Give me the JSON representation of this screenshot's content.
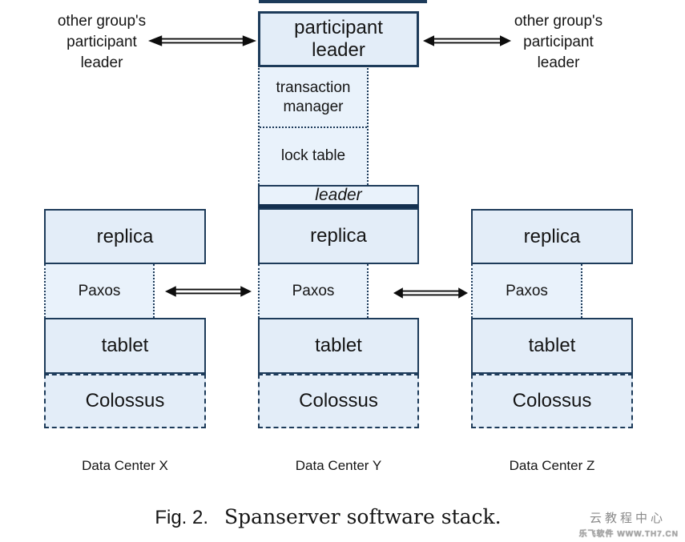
{
  "colors": {
    "box-border": "#1d3b5a",
    "box-fill": "#e3edf8",
    "soft-fill": "#e9f2fb",
    "leader-divider": "#14304f",
    "arrow": "#0d0d0d",
    "text": "#151515",
    "watermark": "#8a8a8a",
    "watermark2": "#a6a6a6"
  },
  "external": {
    "left": "other group's\nparticipant\nleader",
    "right": "other group's\nparticipant\nleader"
  },
  "stack": {
    "participant_leader": "participant leader",
    "transaction_manager": "transaction\nmanager",
    "lock_table": "lock table",
    "leader": "leader"
  },
  "columns": [
    {
      "replica": "replica",
      "paxos": "Paxos",
      "tablet": "tablet",
      "colossus": "Colossus",
      "datacenter": "Data Center X"
    },
    {
      "replica": "replica",
      "paxos": "Paxos",
      "tablet": "tablet",
      "colossus": "Colossus",
      "datacenter": "Data Center Y"
    },
    {
      "replica": "replica",
      "paxos": "Paxos",
      "tablet": "tablet",
      "colossus": "Colossus",
      "datacenter": "Data Center Z"
    }
  ],
  "caption": {
    "fig": "Fig. 2.",
    "text": "Spanserver software stack."
  },
  "watermark": {
    "line1": "云教程中心",
    "line2": "乐飞软件 WWW.TH7.CN"
  }
}
